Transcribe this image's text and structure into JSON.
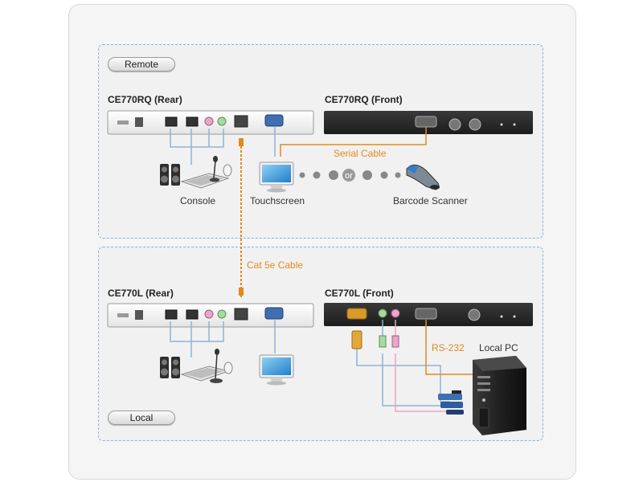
{
  "sections": {
    "remote": {
      "label": "Remote"
    },
    "local": {
      "label": "Local"
    }
  },
  "devices": {
    "ce770rq_rear": "CE770RQ (Rear)",
    "ce770rq_front": "CE770RQ (Front)",
    "ce770l_rear": "CE770L (Rear)",
    "ce770l_front": "CE770L (Front)"
  },
  "peripherals": {
    "console": "Console",
    "touchscreen": "Touchscreen",
    "barcode_scanner": "Barcode Scanner",
    "local_pc": "Local PC"
  },
  "cables": {
    "serial": "Serial Cable",
    "cat5e": "Cat 5e Cable",
    "rs232": "RS-232"
  },
  "or_text": "or",
  "colors": {
    "accent": "#e08a1e",
    "connector_line": "#8fb3d6",
    "dashed_border": "#8fb3d6",
    "panel_dark": "#2b2b2b",
    "panel_light": "#f0f0f0"
  }
}
